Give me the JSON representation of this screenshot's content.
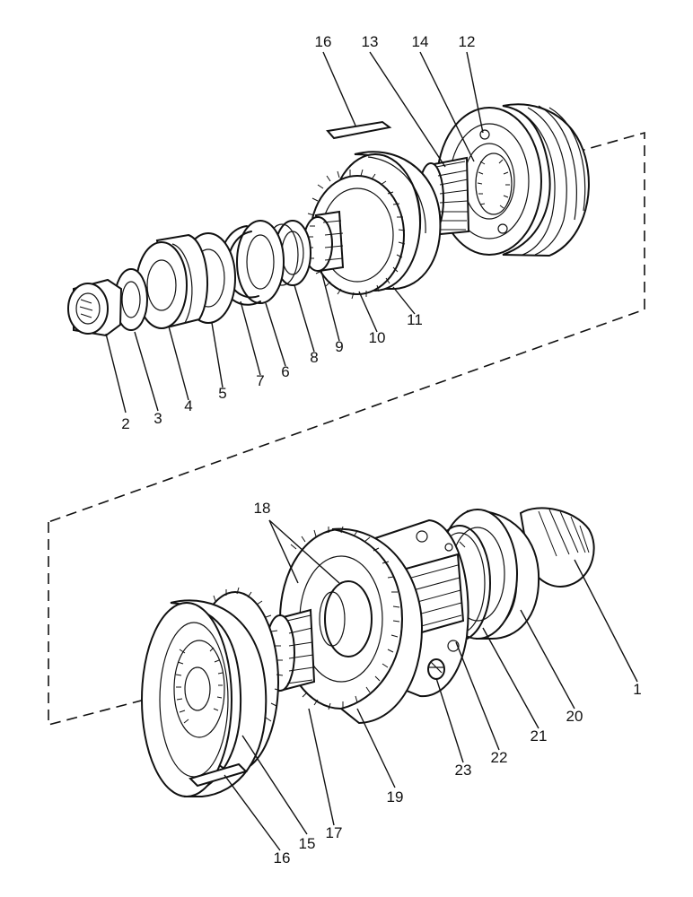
{
  "labels": {
    "p1": "1",
    "p2": "2",
    "p3": "3",
    "p4": "4",
    "p5": "5",
    "p6": "6",
    "p7": "7",
    "p8": "8",
    "p9": "9",
    "p10": "10",
    "p11": "11",
    "p12": "12",
    "p13": "13",
    "p14": "14",
    "p15": "15",
    "p16_top": "16",
    "p16_bottom": "16",
    "p17": "17",
    "p18": "18",
    "p19": "19",
    "p20": "20",
    "p21": "21",
    "p22": "22",
    "p23": "23"
  }
}
